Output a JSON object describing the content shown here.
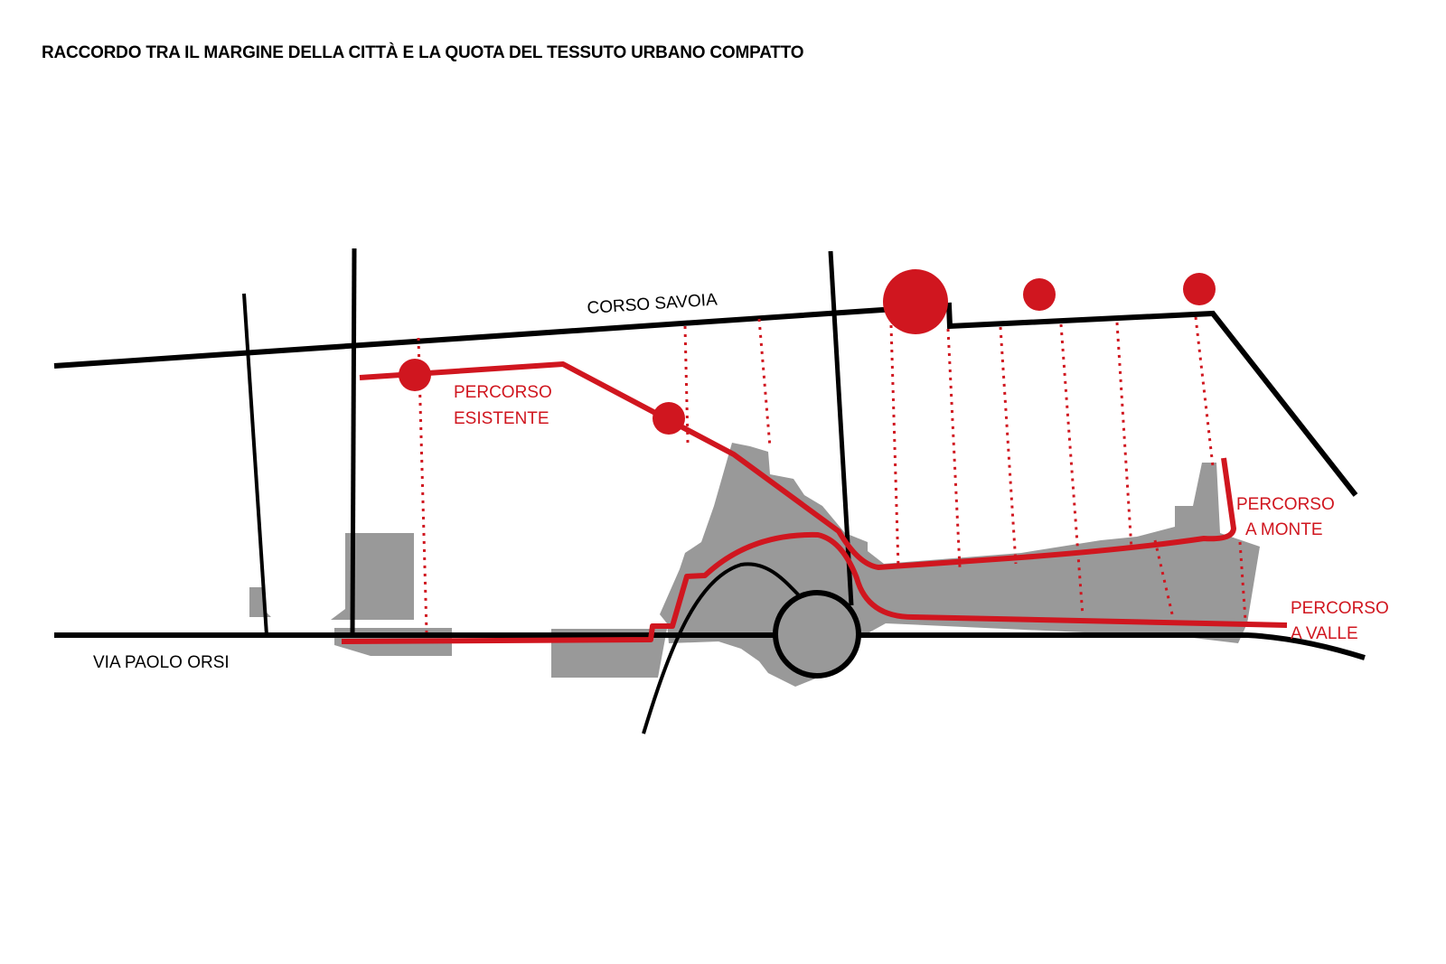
{
  "title": "RACCORDO TRA IL MARGINE DELLA CITTÀ E LA QUOTA DEL TESSUTO URBANO COMPATTO",
  "streets": {
    "upper": "CORSO SAVOIA",
    "lower": "VIA PAOLO ORSI"
  },
  "routes": {
    "existing": {
      "line1": "PERCORSO",
      "line2": "ESISTENTE"
    },
    "uphill": {
      "line1": "PERCORSO",
      "line2": "A MONTE"
    },
    "downhill": {
      "line1": "PERCORSO",
      "line2": "A VALLE"
    }
  },
  "colors": {
    "route": "#d0161f",
    "road": "#000000",
    "built_area": "#999999",
    "background": "#ffffff"
  }
}
